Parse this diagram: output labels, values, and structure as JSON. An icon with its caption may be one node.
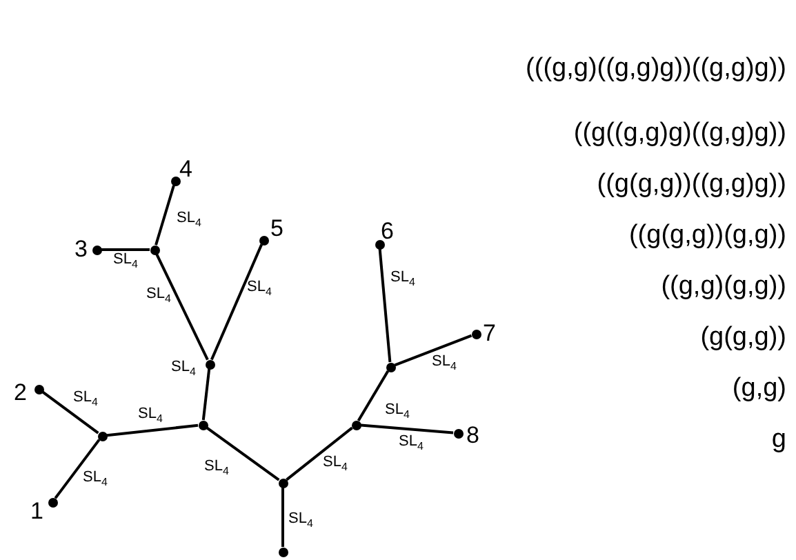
{
  "diagram": {
    "nodes": [
      {
        "text": [],
        "shape": "circle",
        "beside": [
          "1"
        ]
      },
      {
        "text": [],
        "shape": "circle",
        "beside": [
          "2"
        ]
      },
      {
        "text": [],
        "shape": "circle",
        "beside": [
          "3"
        ]
      },
      {
        "text": [],
        "shape": "circle",
        "beside": [
          "4"
        ]
      },
      {
        "text": [],
        "shape": "circle",
        "beside": [
          "5"
        ]
      },
      {
        "text": [],
        "shape": "circle",
        "beside": [
          "6"
        ]
      },
      {
        "text": [],
        "shape": "circle",
        "beside": [
          "7"
        ]
      },
      {
        "text": [],
        "shape": "circle",
        "beside": [
          "8"
        ]
      },
      {
        "text": [],
        "shape": "circle"
      },
      {
        "text": [],
        "shape": "circle"
      },
      {
        "text": [],
        "shape": "circle"
      },
      {
        "text": [],
        "shape": "circle"
      },
      {
        "text": [],
        "shape": "circle"
      },
      {
        "text": [],
        "shape": "circle"
      },
      {
        "text": [],
        "shape": "circle"
      },
      {
        "text": [],
        "shape": "circle"
      }
    ],
    "edges": [
      {
        "from": 8,
        "to": 0,
        "arrow": "none",
        "label": "SL$_{4}$"
      },
      {
        "from": 8,
        "to": 1,
        "arrow": "none",
        "label": "SL$_{4}$"
      },
      {
        "from": 9,
        "to": 2,
        "arrow": "none",
        "label": "SL$_{4}$"
      },
      {
        "from": 9,
        "to": 3,
        "arrow": "none",
        "label": "SL$_{4}$"
      },
      {
        "from": 10,
        "to": 9,
        "arrow": "none",
        "label": "SL$_{4}$"
      },
      {
        "from": 10,
        "to": 4,
        "arrow": "none",
        "label": "SL$_{4}$"
      },
      {
        "from": 11,
        "to": 8,
        "arrow": "none",
        "label": "SL$_{4}$"
      },
      {
        "from": 11,
        "to": 10,
        "arrow": "none",
        "label": "SL$_{4}$"
      },
      {
        "from": 12,
        "to": 11,
        "arrow": "none",
        "label": "SL$_{4}$"
      },
      {
        "from": 12,
        "to": 13,
        "arrow": "none",
        "label": "SL$_{4}$"
      },
      {
        "from": 12,
        "to": 15,
        "arrow": "none",
        "label": "SL$_{4}$"
      },
      {
        "from": 13,
        "to": 14,
        "arrow": "none",
        "label": "SL$_{4}$"
      },
      {
        "from": 13,
        "to": 7,
        "arrow": "none",
        "label": "SL$_{4}$"
      },
      {
        "from": 14,
        "to": 5,
        "arrow": "none",
        "label": "SL$_{4}$"
      },
      {
        "from": 14,
        "to": 6,
        "arrow": "none",
        "label": "SL$_{4}$"
      }
    ],
    "labels": [
      "(((g,g)((g,g)g))((g,g)g))",
      "((g((g,g)g)((g,g)g))",
      "((g(g,g))((g,g)g))",
      "((g(g,g))(g,g))",
      "((g,g)(g,g))",
      "(g(g,g))",
      "(g,g)",
      "g"
    ]
  }
}
